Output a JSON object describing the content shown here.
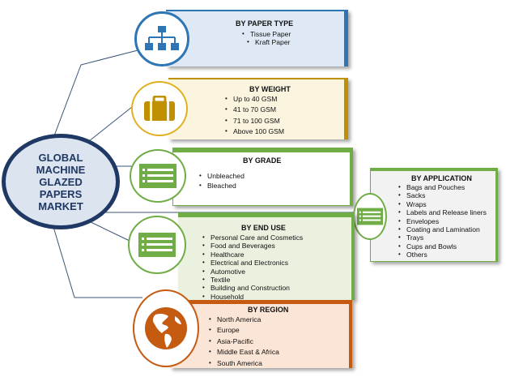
{
  "hub": {
    "title": "GLOBAL MACHINE GLAZED PAPERS MARKET"
  },
  "segments": {
    "paper_type": {
      "title": "BY PAPER TYPE",
      "items": [
        "Tissue Paper",
        "Kraft Paper"
      ],
      "color": "#2e75b6"
    },
    "weight": {
      "title": "BY WEIGHT",
      "items": [
        "Up to 40 GSM",
        "41 to 70 GSM",
        "71 to 100 GSM",
        "Above 100 GSM"
      ],
      "color": "#bf9000"
    },
    "grade": {
      "title": "BY GRADE",
      "items": [
        "Unbleached",
        "Bleached"
      ],
      "color": "#70ad47"
    },
    "application": {
      "title": "BY APPLICATION",
      "items": [
        "Bags and Pouches",
        "Sacks",
        "Wraps",
        "Labels and Release liners",
        "Envelopes",
        "Coating and Lamination",
        "Trays",
        "Cups and Bowls",
        "Others"
      ],
      "color": "#70ad47"
    },
    "end_use": {
      "title": "BY END USE",
      "items": [
        "Personal Care and Cosmetics",
        "Food and Beverages",
        "Healthcare",
        "Electrical and Electronics",
        "Automotive",
        "Textile",
        "Building and Construction",
        "Household"
      ],
      "color": "#70ad47"
    },
    "region": {
      "title": "BY REGION",
      "items": [
        "North America",
        "Europe",
        "Asia-Pacific",
        "Middle East & Africa",
        "South America"
      ],
      "color": "#c55a11"
    }
  },
  "icons": {
    "paper_type": "org-chart-icon",
    "weight": "briefcase-icon",
    "grade": "list-document-icon",
    "application": "list-document-icon",
    "end_use": "list-document-icon",
    "region": "globe-icon"
  }
}
